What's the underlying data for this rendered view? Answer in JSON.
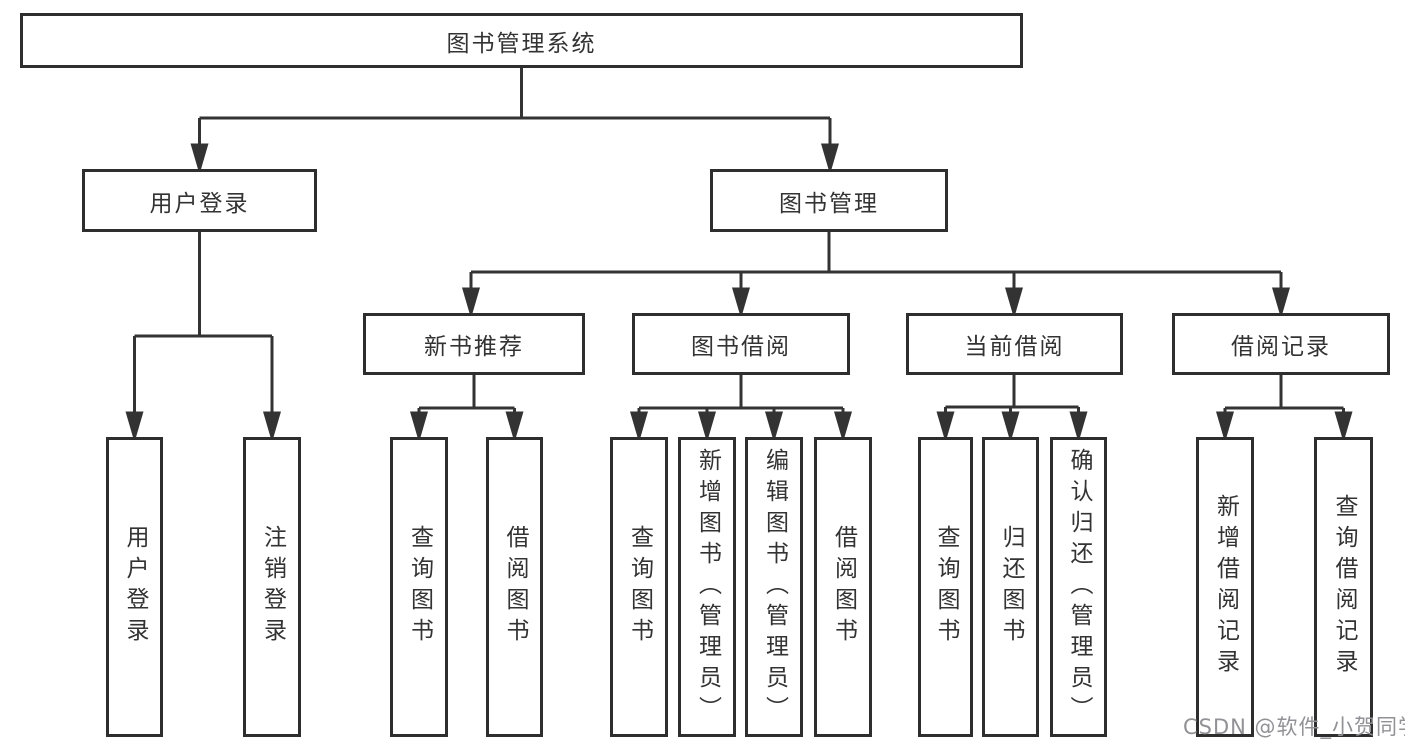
{
  "diagram": {
    "root": {
      "label": "图书管理系统"
    },
    "branches": [
      {
        "label": "用户登录",
        "children": [
          {
            "label": "用户登录"
          },
          {
            "label": "注销登录"
          }
        ]
      },
      {
        "label": "图书管理",
        "children": [
          {
            "label": "新书推荐",
            "children": [
              {
                "label": "查询图书"
              },
              {
                "label": "借阅图书"
              }
            ]
          },
          {
            "label": "图书借阅",
            "children": [
              {
                "label": "查询图书"
              },
              {
                "label": "新增图书（管理员）"
              },
              {
                "label": "编辑图书（管理员）"
              },
              {
                "label": "借阅图书"
              }
            ]
          },
          {
            "label": "当前借阅",
            "children": [
              {
                "label": "查询图书"
              },
              {
                "label": "归还图书"
              },
              {
                "label": "确认归还（管理员）"
              }
            ]
          },
          {
            "label": "借阅记录",
            "children": [
              {
                "label": "新增借阅记录"
              },
              {
                "label": "查询借阅记录"
              }
            ]
          }
        ]
      }
    ]
  },
  "watermark": {
    "text": "CSDN @软件_小贺同学"
  },
  "colors": {
    "line": "#333333",
    "box_border": "#2e2e2e",
    "text": "#333333",
    "watermark": "#919196",
    "background": "#ffffff"
  }
}
